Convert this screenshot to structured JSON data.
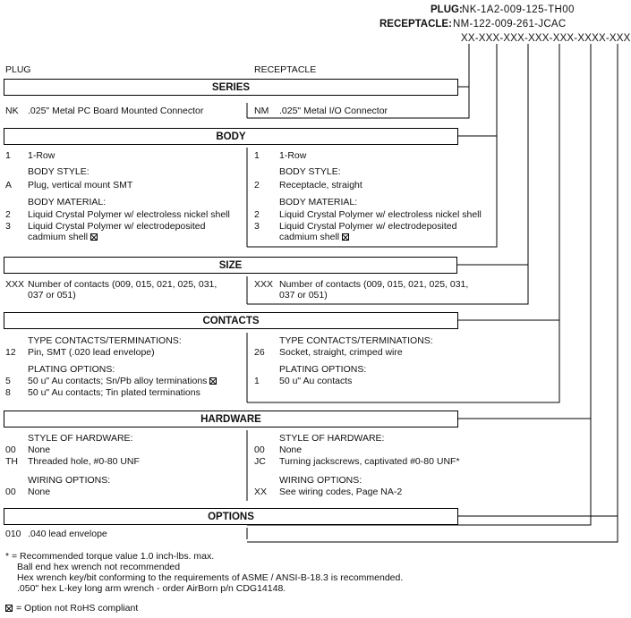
{
  "header": {
    "plug_label": "PLUG:",
    "plug_pn": "NK-1A2-009-125-TH00",
    "receptacle_label": "RECEPTACLE:",
    "receptacle_pn": "NM-122-009-261-JCAC",
    "pattern": "XX-XXX-XXX-XXX-XXX-XXXX-XXX"
  },
  "columns": {
    "plug": "PLUG",
    "receptacle": "RECEPTACLE"
  },
  "series": {
    "title": "SERIES",
    "plug_code": "NK",
    "plug_text": ".025\" Metal PC Board Mounted Connector",
    "rec_code": "NM",
    "rec_text": ".025\" Metal I/O Connector"
  },
  "body": {
    "title": "BODY",
    "row_plug_code": "1",
    "row_plug_text": "1-Row",
    "row_rec_code": "1",
    "row_rec_text": "1-Row",
    "style_heading": "BODY STYLE:",
    "style_plug_code": "A",
    "style_plug_text": "Plug, vertical mount SMT",
    "style_rec_code": "2",
    "style_rec_text": "Receptacle, straight",
    "material_heading": "BODY MATERIAL:",
    "mat1_code": "2",
    "mat1_text": "Liquid Crystal Polymer w/ electroless nickel shell",
    "mat2_code": "3",
    "mat2_text_a": "Liquid Crystal Polymer w/ electrodeposited",
    "mat2_text_b": "cadmium shell",
    "rmat1_code": "2",
    "rmat1_text": "Liquid Crystal Polymer w/ electroless nickel shell",
    "rmat2_code": "3",
    "rmat2_text_a": "Liquid Crystal Polymer w/ electrodeposited",
    "rmat2_text_b": "cadmium shell"
  },
  "size": {
    "title": "SIZE",
    "plug_code": "XXX",
    "plug_text_a": "Number of contacts (009, 015, 021, 025, 031,",
    "plug_text_b": "037 or 051)",
    "rec_code": "XXX",
    "rec_text_a": "Number of contacts (009, 015, 021, 025, 031,",
    "rec_text_b": "037 or 051)"
  },
  "contacts": {
    "title": "CONTACTS",
    "type_heading": "TYPE CONTACTS/TERMINATIONS:",
    "type_plug_code": "12",
    "type_plug_text": "Pin, SMT (.020 lead envelope)",
    "type_rec_code": "26",
    "type_rec_text": "Socket, straight, crimped wire",
    "plating_heading": "PLATING OPTIONS:",
    "pl1_code": "5",
    "pl1_text": "50 u\" Au contacts; Sn/Pb alloy terminations",
    "pl2_code": "8",
    "pl2_text": "50 u\" Au contacts; Tin plated terminations",
    "rpl1_code": "1",
    "rpl1_text": "50 u\" Au contacts"
  },
  "hardware": {
    "title": "HARDWARE",
    "style_heading": "STYLE OF HARDWARE:",
    "h1_code": "00",
    "h1_text": "None",
    "h2_code": "TH",
    "h2_text": "Threaded hole, #0-80 UNF",
    "rh1_code": "00",
    "rh1_text": "None",
    "rh2_code": "JC",
    "rh2_text": "Turning jackscrews, captivated #0-80 UNF*",
    "wiring_heading": "WIRING OPTIONS:",
    "w_code": "00",
    "w_text": "None",
    "rw_code": "XX",
    "rw_text": "See wiring codes, Page NA-2"
  },
  "options": {
    "title": "OPTIONS",
    "o_code": "010",
    "o_text": ".040 lead envelope"
  },
  "notes": {
    "line1": "* = Recommended torque value 1.0 inch-lbs. max.",
    "line2": "Ball end hex wrench not recommended",
    "line3": "Hex wrench key/bit conforming to the requirements of ASME / ANSI-B-18.3 is recommended.",
    "line4": ".050\" hex L-key long arm wrench - order AirBorn p/n CDG14148.",
    "rohs": "= Option not RoHS compliant"
  }
}
